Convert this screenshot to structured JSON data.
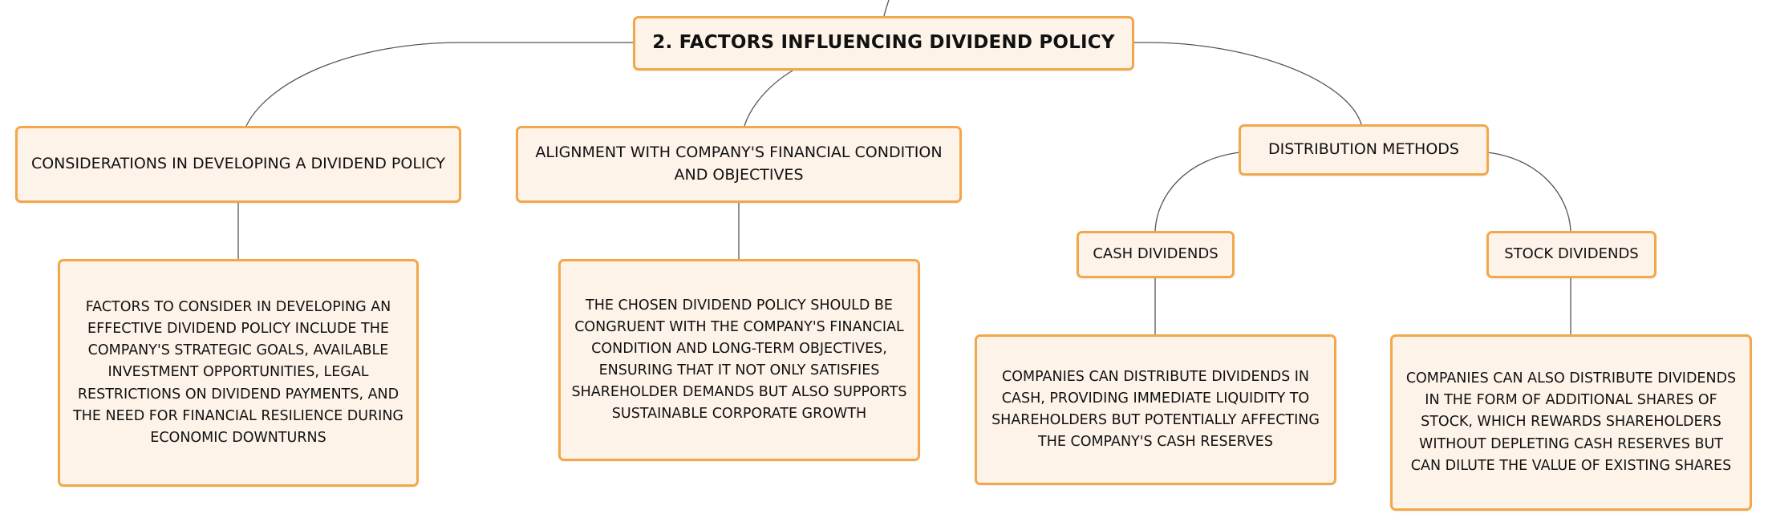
{
  "diagram": {
    "root": "2. FACTORS INFLUENCING DIVIDEND POLICY",
    "considerations": {
      "title": "CONSIDERATIONS IN DEVELOPING A DIVIDEND POLICY",
      "detail": "FACTORS TO CONSIDER IN DEVELOPING AN EFFECTIVE DIVIDEND POLICY INCLUDE THE COMPANY'S STRATEGIC GOALS, AVAILABLE INVESTMENT OPPORTUNITIES, LEGAL RESTRICTIONS ON DIVIDEND PAYMENTS, AND THE NEED FOR FINANCIAL RESILIENCE DURING ECONOMIC DOWNTURNS"
    },
    "alignment": {
      "title": "ALIGNMENT WITH COMPANY'S FINANCIAL CONDITION AND OBJECTIVES",
      "detail": "THE CHOSEN DIVIDEND POLICY SHOULD BE CONGRUENT WITH THE COMPANY'S FINANCIAL CONDITION AND LONG-TERM OBJECTIVES, ENSURING THAT IT NOT ONLY SATISFIES SHAREHOLDER DEMANDS BUT ALSO SUPPORTS SUSTAINABLE CORPORATE GROWTH"
    },
    "distribution": {
      "title": "DISTRIBUTION METHODS",
      "cash": {
        "title": "CASH DIVIDENDS",
        "detail": "COMPANIES CAN DISTRIBUTE DIVIDENDS IN CASH, PROVIDING IMMEDIATE LIQUIDITY TO SHAREHOLDERS BUT POTENTIALLY AFFECTING THE COMPANY'S CASH RESERVES"
      },
      "stock": {
        "title": "STOCK DIVIDENDS",
        "detail": "COMPANIES CAN ALSO DISTRIBUTE DIVIDENDS IN THE FORM OF ADDITIONAL SHARES OF STOCK, WHICH REWARDS SHAREHOLDERS WITHOUT DEPLETING CASH RESERVES BUT CAN DILUTE THE VALUE OF EXISTING SHARES"
      }
    }
  },
  "colors": {
    "node_border": "#f2a74b",
    "node_fill": "#fdf3e8",
    "connector": "#555555",
    "text": "#111111"
  }
}
